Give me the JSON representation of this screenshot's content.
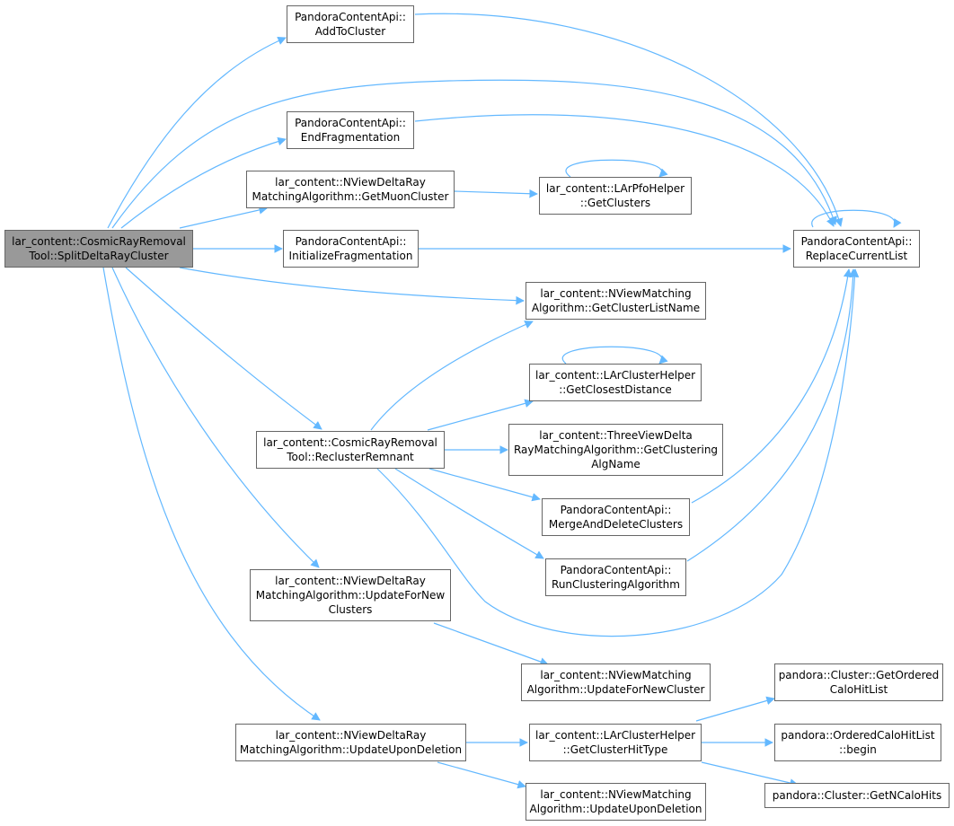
{
  "colors": {
    "edge": "#63b8ff",
    "node_border": "#666666",
    "root_fill": "#999999",
    "node_fill": "#ffffff"
  },
  "nodes": {
    "root": {
      "line1": "lar_content::CosmicRayRemoval",
      "line2": "Tool::SplitDeltaRayCluster"
    },
    "addToCluster": {
      "line1": "PandoraContentApi::",
      "line2": "AddToCluster"
    },
    "endFrag": {
      "line1": "PandoraContentApi::",
      "line2": "EndFragmentation"
    },
    "getMuon": {
      "line1": "lar_content::NViewDeltaRay",
      "line2": "MatchingAlgorithm::GetMuonCluster"
    },
    "initFrag": {
      "line1": "PandoraContentApi::",
      "line2": "InitializeFragmentation"
    },
    "replace": {
      "line1": "PandoraContentApi::",
      "line2": "ReplaceCurrentList"
    },
    "pfoGetClusters": {
      "line1": "lar_content::LArPfoHelper",
      "line2": "::GetClusters"
    },
    "clusterListName": {
      "line1": "lar_content::NViewMatching",
      "line2": "Algorithm::GetClusterListName"
    },
    "closestDist": {
      "line1": "lar_content::LArClusterHelper",
      "line2": "::GetClosestDistance"
    },
    "recluster": {
      "line1": "lar_content::CosmicRayRemoval",
      "line2": "Tool::ReclusterRemnant"
    },
    "clusteringAlgName": {
      "line1": "lar_content::ThreeViewDelta",
      "line2": "RayMatchingAlgorithm::GetClustering",
      "line3": "AlgName"
    },
    "mergeDelete": {
      "line1": "PandoraContentApi::",
      "line2": "MergeAndDeleteClusters"
    },
    "runClustering": {
      "line1": "PandoraContentApi::",
      "line2": "RunClusteringAlgorithm"
    },
    "updateForNew": {
      "line1": "lar_content::NViewDeltaRay",
      "line2": "MatchingAlgorithm::UpdateForNew",
      "line3": "Clusters"
    },
    "updateForNewCluster": {
      "line1": "lar_content::NViewMatching",
      "line2": "Algorithm::UpdateForNewCluster"
    },
    "updateUpon": {
      "line1": "lar_content::NViewDeltaRay",
      "line2": "MatchingAlgorithm::UpdateUponDeletion"
    },
    "hitType": {
      "line1": "lar_content::LArClusterHelper",
      "line2": "::GetClusterHitType"
    },
    "updateUponNV": {
      "line1": "lar_content::NViewMatching",
      "line2": "Algorithm::UpdateUponDeletion"
    },
    "orderedCalo": {
      "line1": "pandora::Cluster::GetOrdered",
      "line2": "CaloHitList"
    },
    "orderedBegin": {
      "line1": "pandora::OrderedCaloHitList",
      "line2": "::begin"
    },
    "nCaloHits": {
      "line1": "pandora::Cluster::GetNCaloHits"
    }
  }
}
